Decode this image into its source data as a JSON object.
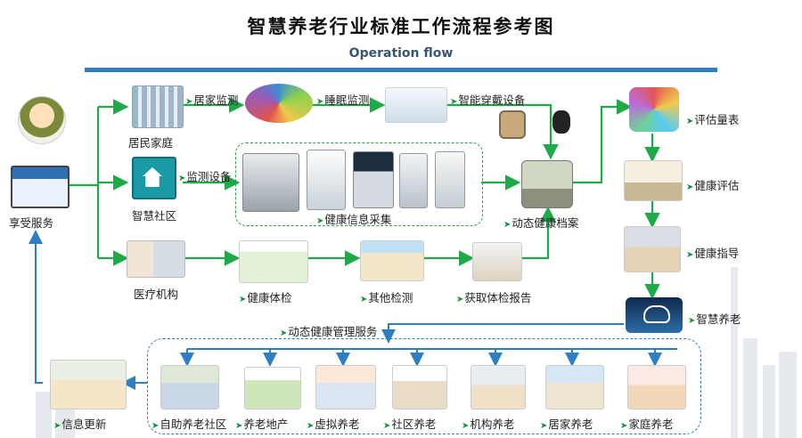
{
  "title": "智慧养老行业标准工作流程参考图",
  "subtitle": "Operation flow",
  "nodes": {
    "resident_family": "居民家庭",
    "smart_community": "智慧社区",
    "medical_institution": "医疗机构",
    "enjoy_service": "享受服务",
    "home_monitoring": "居家监测",
    "sleep_monitoring": "睡眠监测",
    "smart_wearable": "智能穿戴设备",
    "monitoring_device": "监测设备",
    "health_collection": "健康信息采集",
    "dynamic_health_record": "动态健康档案",
    "physical_exam": "健康体检",
    "other_tests": "其他检测",
    "get_report": "获取体检报告",
    "assessment_scale": "评估量表",
    "health_assessment": "健康评估",
    "health_guidance": "健康指导",
    "smart_care": "智慧养老",
    "dynamic_management": "动态健康管理服务",
    "info_update": "信息更新"
  },
  "care_types": [
    "自助养老社区",
    "养老地产",
    "虚拟养老",
    "社区养老",
    "机构养老",
    "居家养老",
    "家庭养老"
  ],
  "colors": {
    "flow": "#1faa4a",
    "accent": "#2d7fc1",
    "title_bar": "#2d7fc1"
  }
}
